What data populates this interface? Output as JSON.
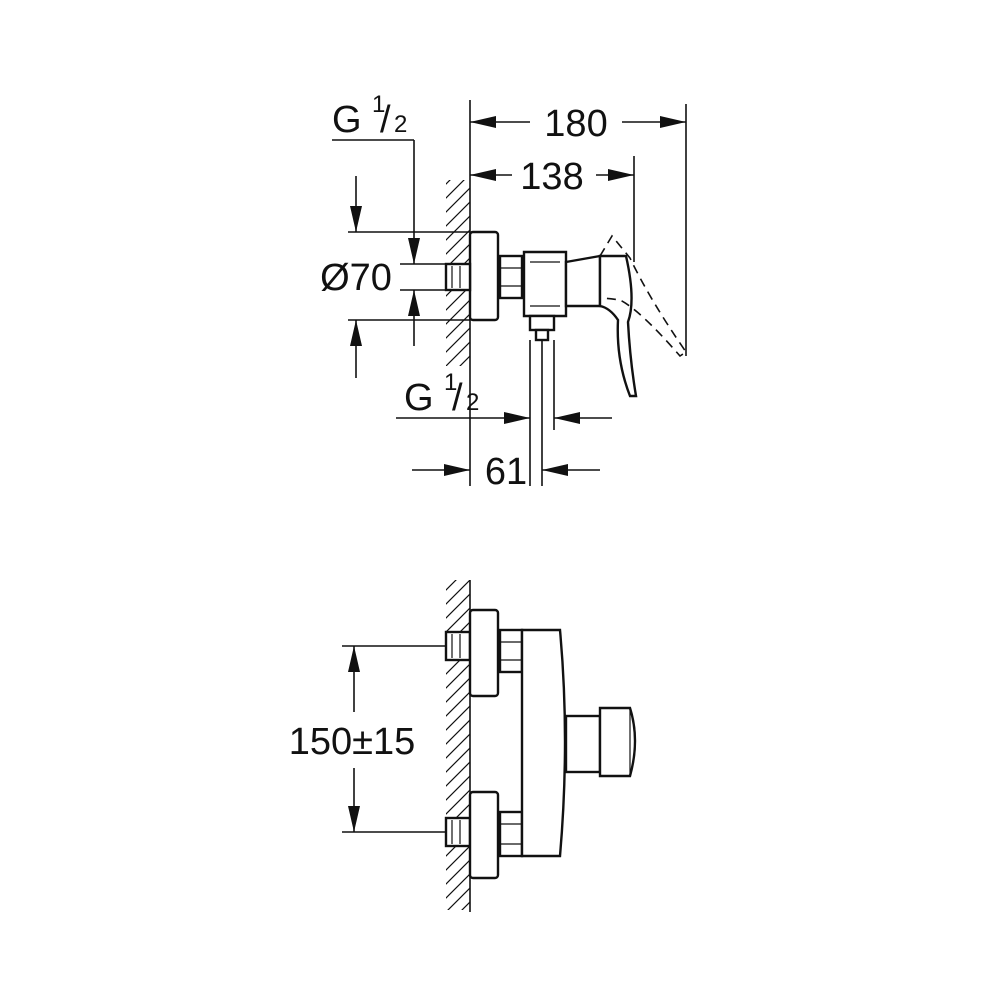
{
  "side_view": {
    "dim_total_depth": "180",
    "dim_body_depth": "138",
    "dim_escutcheon_diameter": "Ø70",
    "dim_outlet_offset": "61",
    "inlet_thread": {
      "letter": "G",
      "numerator": "1",
      "denominator": "2"
    },
    "outlet_thread": {
      "letter": "G",
      "numerator": "1",
      "denominator": "2"
    }
  },
  "front_view": {
    "dim_inlet_spacing": "150±15"
  }
}
